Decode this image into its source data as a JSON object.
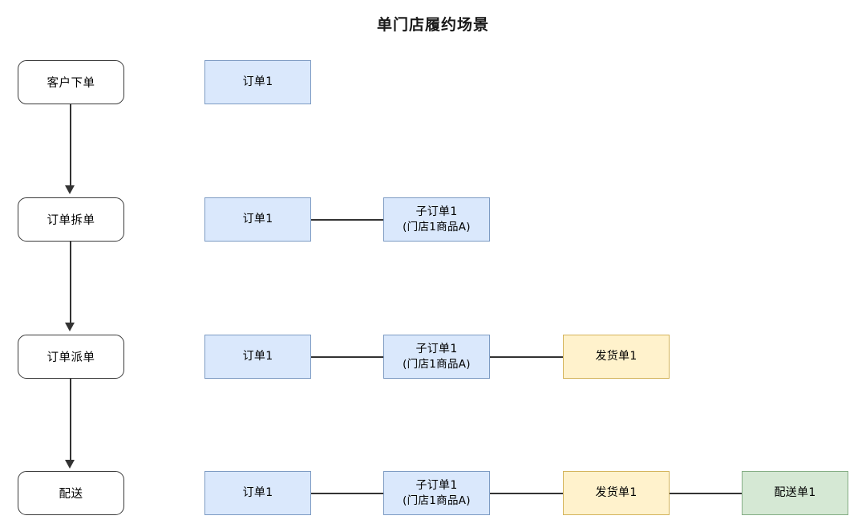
{
  "diagram": {
    "title": "单门店履约场景",
    "stages": [
      {
        "label": "客户下单"
      },
      {
        "label": "订单拆单"
      },
      {
        "label": "订单派单"
      },
      {
        "label": "配送"
      }
    ],
    "rows": [
      {
        "stage": "客户下单",
        "nodes": [
          {
            "line1": "订单1",
            "line2": "",
            "color": "blue",
            "fill": "#dae8fc",
            "stroke": "#7d9bc3"
          }
        ]
      },
      {
        "stage": "订单拆单",
        "nodes": [
          {
            "line1": "订单1",
            "line2": "",
            "color": "blue",
            "fill": "#dae8fc",
            "stroke": "#7d9bc3"
          },
          {
            "line1": "子订单1",
            "line2": "(门店1商品A)",
            "color": "blue",
            "fill": "#dae8fc",
            "stroke": "#7d9bc3"
          }
        ]
      },
      {
        "stage": "订单派单",
        "nodes": [
          {
            "line1": "订单1",
            "line2": "",
            "color": "blue",
            "fill": "#dae8fc",
            "stroke": "#7d9bc3"
          },
          {
            "line1": "子订单1",
            "line2": "(门店1商品A)",
            "color": "blue",
            "fill": "#dae8fc",
            "stroke": "#7d9bc3"
          },
          {
            "line1": "发货单1",
            "line2": "",
            "color": "cream",
            "fill": "#fff2cc",
            "stroke": "#d4b45c"
          }
        ]
      },
      {
        "stage": "配送",
        "nodes": [
          {
            "line1": "订单1",
            "line2": "",
            "color": "blue",
            "fill": "#dae8fc",
            "stroke": "#7d9bc3"
          },
          {
            "line1": "子订单1",
            "line2": "(门店1商品A)",
            "color": "blue",
            "fill": "#dae8fc",
            "stroke": "#7d9bc3"
          },
          {
            "line1": "发货单1",
            "line2": "",
            "color": "cream",
            "fill": "#fff2cc",
            "stroke": "#d4b45c"
          },
          {
            "line1": "配送单1",
            "line2": "",
            "color": "green",
            "fill": "#d5e8d4",
            "stroke": "#85ad85"
          }
        ]
      }
    ],
    "colors": {
      "background": "#ffffff",
      "connector": "#333333",
      "stage_border": "#3b3b3b",
      "order_fill": "#dae8fc",
      "shipment_fill": "#fff2cc",
      "delivery_fill": "#d5e8d4"
    }
  }
}
